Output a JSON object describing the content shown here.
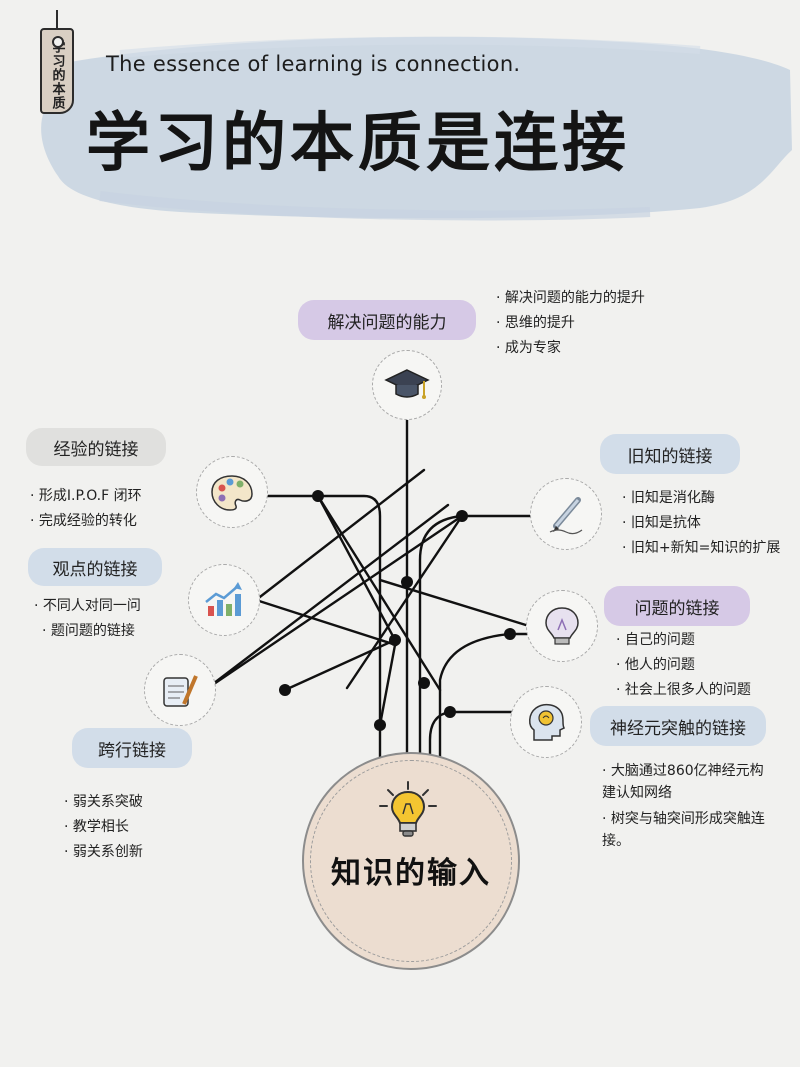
{
  "tag": {
    "text": "学习的本质"
  },
  "header": {
    "subtitle": "The essence of learning is connection.",
    "title": "学习的本质是连接"
  },
  "colors": {
    "purple": "#d6c9e6",
    "grey": "#e0e0de",
    "blue": "#d2dde9",
    "center": "#ecddd0",
    "brush": "#c7d3e1",
    "line": "#111111"
  },
  "nodes": {
    "problem": {
      "label": "解决问题的能力",
      "icon": "graduation-cap-icon",
      "bullets": [
        "解决问题的能力的提升",
        "思维的提升",
        "成为专家"
      ]
    },
    "experience": {
      "label": "经验的链接",
      "icon": "paint-palette-icon",
      "bullets": [
        "形成I.P.O.F 闭环",
        "完成经验的转化"
      ]
    },
    "viewpoint": {
      "label": "观点的链接",
      "icon": "bar-chart-growth-icon",
      "bullets": [
        "不同人对同一问",
        "题问题的链接"
      ]
    },
    "crossover": {
      "label": "跨行链接",
      "icon": "scroll-pencil-icon",
      "bullets": [
        "弱关系突破",
        "教学相长",
        "弱关系创新"
      ]
    },
    "old_knowledge": {
      "label": "旧知的链接",
      "icon": "pencil-icon",
      "bullets": [
        "旧知是消化酶",
        "旧知是抗体",
        "旧知+新知=知识的扩展"
      ]
    },
    "question": {
      "label": "问题的链接",
      "icon": "light-bulb-outline-icon",
      "bullets": [
        "自己的问题",
        "他人的问题",
        "社会上很多人的问题"
      ]
    },
    "neuron": {
      "label": "神经元突触的链接",
      "icon": "brain-head-icon",
      "bullets": [
        "大脑通过860亿神经元构\n建认知网络",
        "树突与轴突间形成突触连\n接。"
      ]
    }
  },
  "center": {
    "label": "知识的输入",
    "icon": "glowing-light-bulb-icon"
  }
}
